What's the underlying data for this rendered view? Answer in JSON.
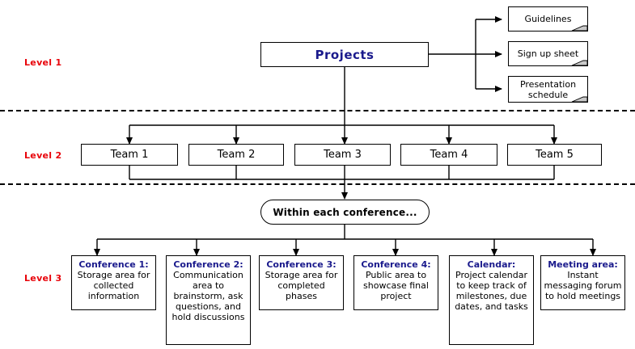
{
  "diagram": {
    "title_box": {
      "label": "Projects"
    },
    "levels": [
      {
        "id": "level-1",
        "label": "Level 1"
      },
      {
        "id": "level-2",
        "label": "Level 2"
      },
      {
        "id": "level-3",
        "label": "Level 3"
      }
    ],
    "documents": [
      {
        "label": "Guidelines"
      },
      {
        "label": "Sign up sheet"
      },
      {
        "label": "Presentation schedule"
      }
    ],
    "teams": [
      {
        "label": "Team 1"
      },
      {
        "label": "Team 2"
      },
      {
        "label": "Team 3"
      },
      {
        "label": "Team 4"
      },
      {
        "label": "Team 5"
      }
    ],
    "conference_note": {
      "label": "Within each conference..."
    },
    "conferences": [
      {
        "title": "Conference 1:",
        "body": "Storage area for collected information"
      },
      {
        "title": "Conference 2:",
        "body": "Communication area to brainstorm, ask questions, and hold discussions"
      },
      {
        "title": "Conference 3:",
        "body": "Storage area for completed phases"
      },
      {
        "title": "Conference 4:",
        "body": "Public area to showcase final project"
      },
      {
        "title": "Calendar:",
        "body": "Project calendar to keep track of milestones, due dates, and tasks"
      },
      {
        "title": "Meeting area:",
        "body": "Instant messaging forum to hold meetings"
      }
    ],
    "colors": {
      "level_label": "#e8030a",
      "heading": "#1a1a8c",
      "stroke": "#000000",
      "background": "#ffffff",
      "spellcheck_underline": "#0a7a0a"
    }
  }
}
